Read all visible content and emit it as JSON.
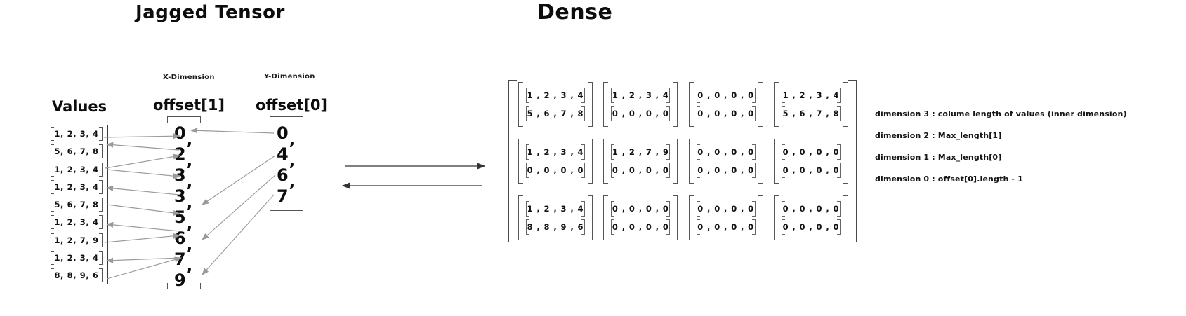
{
  "titles": {
    "jagged": "Jagged Tensor",
    "dense": "Dense"
  },
  "jagged": {
    "values_heading": "Values",
    "values": [
      "1, 2, 3, 4",
      "5, 6, 7, 8",
      "1, 2, 3, 4",
      "1, 2, 3, 4",
      "5, 6, 7, 8",
      "1, 2, 3, 4",
      "1, 2, 7, 9",
      "1, 2, 3, 4",
      "8, 8, 9, 6"
    ],
    "offset1": {
      "dim_label": "X-Dimension",
      "heading": "offset[1]",
      "items": [
        "0",
        "2",
        "3",
        "3",
        "5",
        "6",
        "7",
        "9"
      ],
      "separators": [
        ",",
        ",",
        ",",
        ",",
        ",",
        ",",
        ",",
        ""
      ]
    },
    "offset0": {
      "dim_label": "Y-Dimension",
      "heading": "offset[0]",
      "items": [
        "0",
        "4",
        "6",
        "7"
      ],
      "separators": [
        ",",
        ",",
        ",",
        ""
      ]
    }
  },
  "dense": {
    "rows": [
      [
        [
          "1 , 2 , 3 , 4",
          "5 , 6 , 7 , 8"
        ],
        [
          "1 , 2 , 3 , 4",
          "0 , 0 , 0 , 0"
        ],
        [
          "0 , 0 , 0 , 0",
          "0 , 0 , 0 , 0"
        ],
        [
          "1 , 2 , 3 , 4",
          "5 , 6 , 7 , 8"
        ]
      ],
      [
        [
          "1 , 2 , 3 , 4",
          "0 , 0 , 0 , 0"
        ],
        [
          "1 , 2 , 7 , 9",
          "0 , 0 , 0 , 0"
        ],
        [
          "0 , 0 , 0 , 0",
          "0 , 0 , 0 , 0"
        ],
        [
          "0 , 0 , 0 , 0",
          "0 , 0 , 0 , 0"
        ]
      ],
      [
        [
          "1 , 2 , 3 , 4",
          "8 , 8 , 9 , 6"
        ],
        [
          "0 , 0 , 0 , 0",
          "0 , 0 , 0 , 0"
        ],
        [
          "0 , 0 , 0 , 0",
          "0 , 0 , 0 , 0"
        ],
        [
          "0 , 0 , 0 , 0",
          "0 , 0 , 0 , 0"
        ]
      ]
    ]
  },
  "notes": [
    "dimension 3 : colume length of values (inner dimension)",
    "dimension 2 : Max_length[1]",
    "dimension 1  : Max_length[0]",
    "dimension 0 : offset[0].length - 1"
  ],
  "colors": {
    "ink": "#111111",
    "bracket": "#555555",
    "arrow": "#9a9a9a"
  }
}
